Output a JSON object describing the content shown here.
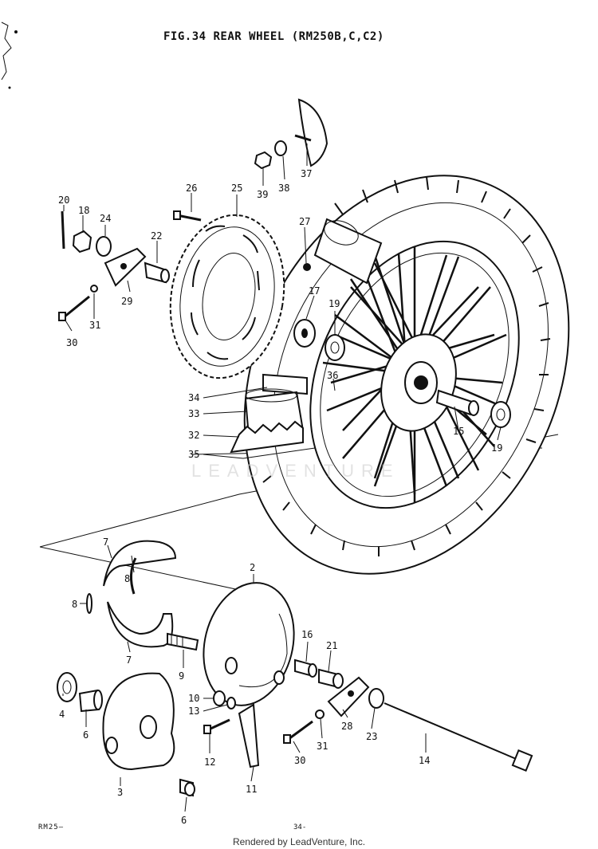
{
  "page": {
    "title": "FIG.34  REAR WHEEL (RM250B,C,C2)",
    "footer_left": "RM25—",
    "footer_page": "34-",
    "credit": "Rendered by LeadVenture, Inc.",
    "watermark": "LEADVENTURE"
  },
  "callouts": {
    "c20": "20",
    "c18": "18",
    "c24": "24",
    "c22": "22",
    "c26": "26",
    "c25": "25",
    "c27": "27",
    "c39": "39",
    "c38": "38",
    "c37": "37",
    "c29": "29",
    "c31a": "31",
    "c30a": "30",
    "c17": "17",
    "c19a": "19",
    "c36": "36",
    "c34": "34",
    "c33": "33",
    "c32": "32",
    "c35": "35",
    "c15": "15",
    "c19b": "19",
    "c7a": "7",
    "c8a": "8",
    "c8b": "8",
    "c7b": "7",
    "c2": "2",
    "c16": "16",
    "c21": "21",
    "c9": "9",
    "c10": "10",
    "c13": "13",
    "c4": "4",
    "c6a": "6",
    "c3": "3",
    "c6b": "6",
    "c12": "12",
    "c11": "11",
    "c30b": "30",
    "c31b": "31",
    "c28": "28",
    "c23": "23",
    "c14": "14"
  }
}
